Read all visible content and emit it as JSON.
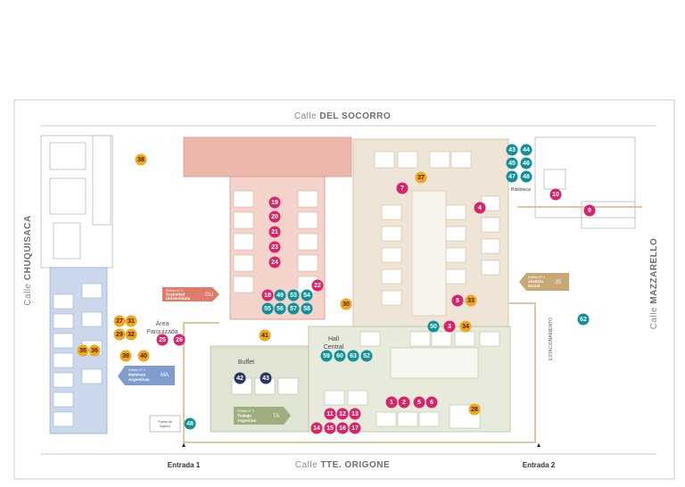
{
  "streets": {
    "north": {
      "prefix": "Calle",
      "name": "DEL SOCORRO"
    },
    "south": {
      "prefix": "Calle",
      "name": "TTE. ORIGONE"
    },
    "west": {
      "prefix": "Calle",
      "name": "CHUQUISACA"
    },
    "east": {
      "prefix": "Calle",
      "name": "MAZZARELLO"
    }
  },
  "entrances": {
    "one": "Entrada 1",
    "two": "Entrada 2"
  },
  "buildings": {
    "gu": {
      "code": "GU",
      "edificio": "Edificio N° 2",
      "name1": "Gratuidad",
      "name2": "Universitaria",
      "color": "#e07b6b"
    },
    "js": {
      "code": "JS",
      "edificio": "Edificio N° 4",
      "name1": "Justicia",
      "name2": "Social",
      "color": "#c9a877"
    },
    "ma": {
      "code": "MA",
      "edificio": "Edificio N° 1",
      "name1": "Malvinas",
      "name2": "Argentinas",
      "color": "#7f9ccd"
    },
    "ta": {
      "code": "TA",
      "edificio": "Edificio N° 3",
      "name1": "Trabajo",
      "name2": "Argentino",
      "color": "#9fae7f"
    }
  },
  "places": {
    "area": "Área",
    "parquizada": "Parquizada",
    "buffet": "Buffet",
    "hall": "Hall",
    "central": "Central",
    "biblioteca": "Biblioteca",
    "estacionamiento": "ESTACIONAMIENTO",
    "puesto1": "Puesto de",
    "puesto2": "Ingreso"
  },
  "colors": {
    "magenta": "#d6256a",
    "teal": "#12919a",
    "orange": "#f2a51d",
    "navy": "#2a3560",
    "pathway": "#d9b886"
  },
  "markers": [
    {
      "n": "38",
      "c": "orange"
    },
    {
      "n": "37",
      "c": "orange"
    },
    {
      "n": "7",
      "c": "magenta"
    },
    {
      "n": "43",
      "c": "teal"
    },
    {
      "n": "44",
      "c": "teal"
    },
    {
      "n": "45",
      "c": "teal"
    },
    {
      "n": "46",
      "c": "teal"
    },
    {
      "n": "47",
      "c": "teal"
    },
    {
      "n": "48",
      "c": "teal"
    },
    {
      "n": "10",
      "c": "magenta"
    },
    {
      "n": "9",
      "c": "magenta"
    },
    {
      "n": "4",
      "c": "magenta"
    },
    {
      "n": "19",
      "c": "magenta"
    },
    {
      "n": "20",
      "c": "magenta"
    },
    {
      "n": "21",
      "c": "magenta"
    },
    {
      "n": "23",
      "c": "magenta"
    },
    {
      "n": "24",
      "c": "magenta"
    },
    {
      "n": "22",
      "c": "magenta"
    },
    {
      "n": "18",
      "c": "magenta"
    },
    {
      "n": "49",
      "c": "teal"
    },
    {
      "n": "53",
      "c": "teal"
    },
    {
      "n": "54",
      "c": "teal"
    },
    {
      "n": "55",
      "c": "teal"
    },
    {
      "n": "56",
      "c": "teal"
    },
    {
      "n": "57",
      "c": "teal"
    },
    {
      "n": "58",
      "c": "teal"
    },
    {
      "n": "8",
      "c": "magenta"
    },
    {
      "n": "33",
      "c": "orange"
    },
    {
      "n": "27",
      "c": "orange"
    },
    {
      "n": "31",
      "c": "orange"
    },
    {
      "n": "29",
      "c": "orange"
    },
    {
      "n": "32",
      "c": "orange"
    },
    {
      "n": "25",
      "c": "magenta"
    },
    {
      "n": "26",
      "c": "magenta"
    },
    {
      "n": "35",
      "c": "orange"
    },
    {
      "n": "36",
      "c": "orange"
    },
    {
      "n": "39",
      "c": "orange"
    },
    {
      "n": "40",
      "c": "orange"
    },
    {
      "n": "41",
      "c": "orange"
    },
    {
      "n": "30",
      "c": "orange"
    },
    {
      "n": "50",
      "c": "teal"
    },
    {
      "n": "3",
      "c": "magenta"
    },
    {
      "n": "34",
      "c": "orange"
    },
    {
      "n": "59",
      "c": "teal"
    },
    {
      "n": "60",
      "c": "teal"
    },
    {
      "n": "63",
      "c": "teal"
    },
    {
      "n": "52",
      "c": "teal"
    },
    {
      "n": "62",
      "c": "teal"
    },
    {
      "n": "42",
      "c": "navy"
    },
    {
      "n": "43",
      "c": "navy"
    },
    {
      "n": "1",
      "c": "magenta"
    },
    {
      "n": "2",
      "c": "magenta"
    },
    {
      "n": "5",
      "c": "magenta"
    },
    {
      "n": "6",
      "c": "magenta"
    },
    {
      "n": "28",
      "c": "orange"
    },
    {
      "n": "11",
      "c": "magenta"
    },
    {
      "n": "12",
      "c": "magenta"
    },
    {
      "n": "13",
      "c": "magenta"
    },
    {
      "n": "14",
      "c": "magenta"
    },
    {
      "n": "15",
      "c": "magenta"
    },
    {
      "n": "16",
      "c": "magenta"
    },
    {
      "n": "17",
      "c": "magenta"
    },
    {
      "n": "48",
      "c": "teal"
    }
  ]
}
